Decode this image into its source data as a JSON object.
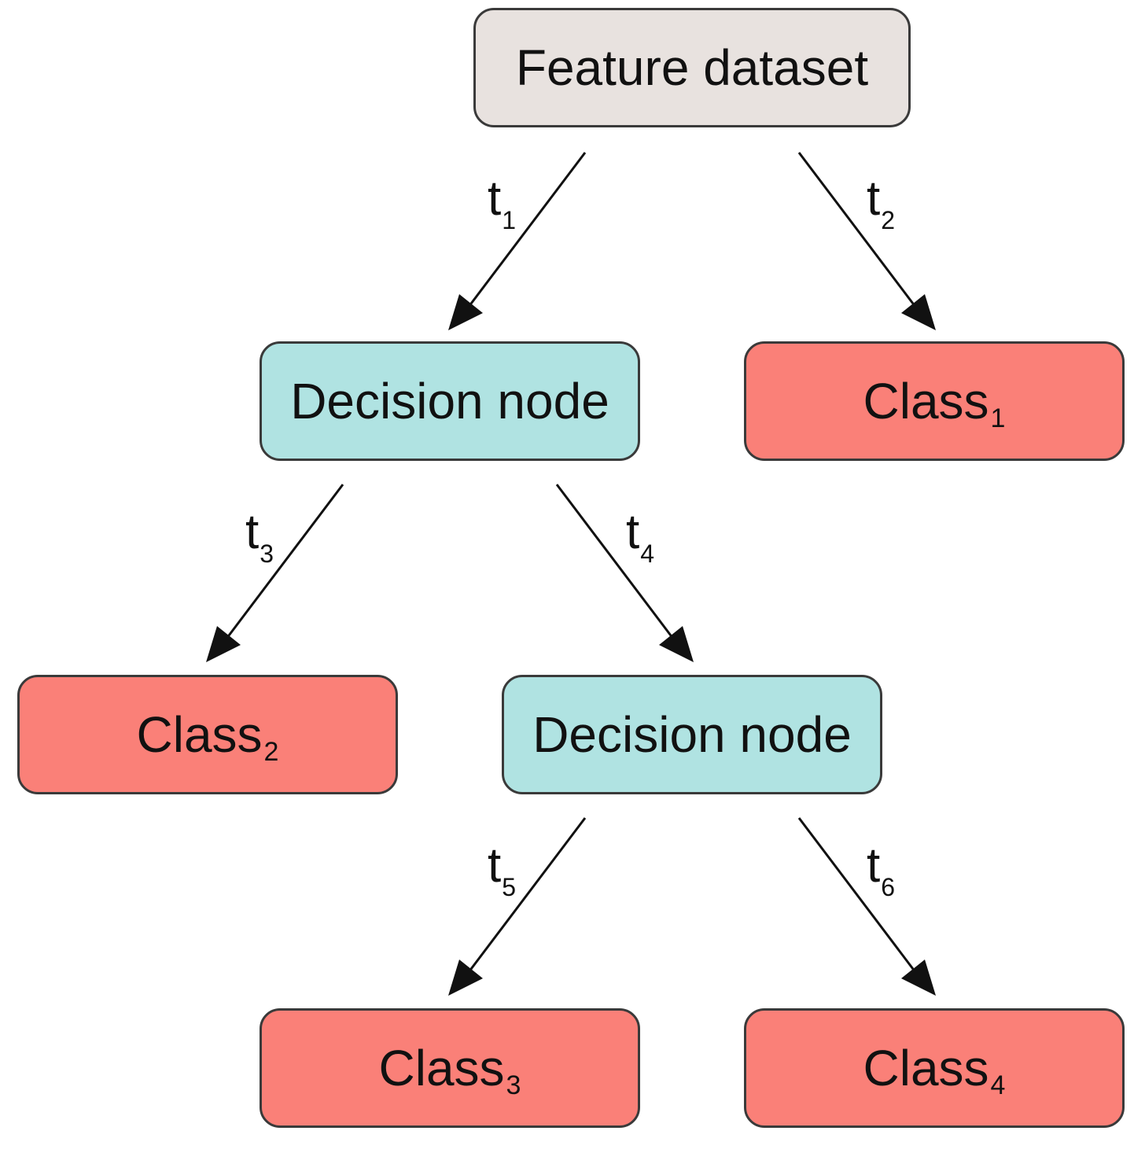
{
  "nodes": {
    "root": {
      "label": "Feature dataset",
      "sub": ""
    },
    "decision_1": {
      "label": "Decision node",
      "sub": ""
    },
    "decision_2": {
      "label": "Decision node",
      "sub": ""
    },
    "class_1": {
      "label": "Class",
      "sub": "1"
    },
    "class_2": {
      "label": "Class",
      "sub": "2"
    },
    "class_3": {
      "label": "Class",
      "sub": "3"
    },
    "class_4": {
      "label": "Class",
      "sub": "4"
    }
  },
  "edges": {
    "t1": {
      "label": "t",
      "sub": "1",
      "from": "root",
      "to": "decision_1"
    },
    "t2": {
      "label": "t",
      "sub": "2",
      "from": "root",
      "to": "class_1"
    },
    "t3": {
      "label": "t",
      "sub": "3",
      "from": "decision_1",
      "to": "class_2"
    },
    "t4": {
      "label": "t",
      "sub": "4",
      "from": "decision_1",
      "to": "decision_2"
    },
    "t5": {
      "label": "t",
      "sub": "5",
      "from": "decision_2",
      "to": "class_3"
    },
    "t6": {
      "label": "t",
      "sub": "6",
      "from": "decision_2",
      "to": "class_4"
    }
  },
  "colors": {
    "root_fill": "#e8e2df",
    "decision_fill": "#b0e3e2",
    "leaf_fill": "#fa8078",
    "stroke": "#3a3a3a",
    "arrow": "#111111"
  }
}
